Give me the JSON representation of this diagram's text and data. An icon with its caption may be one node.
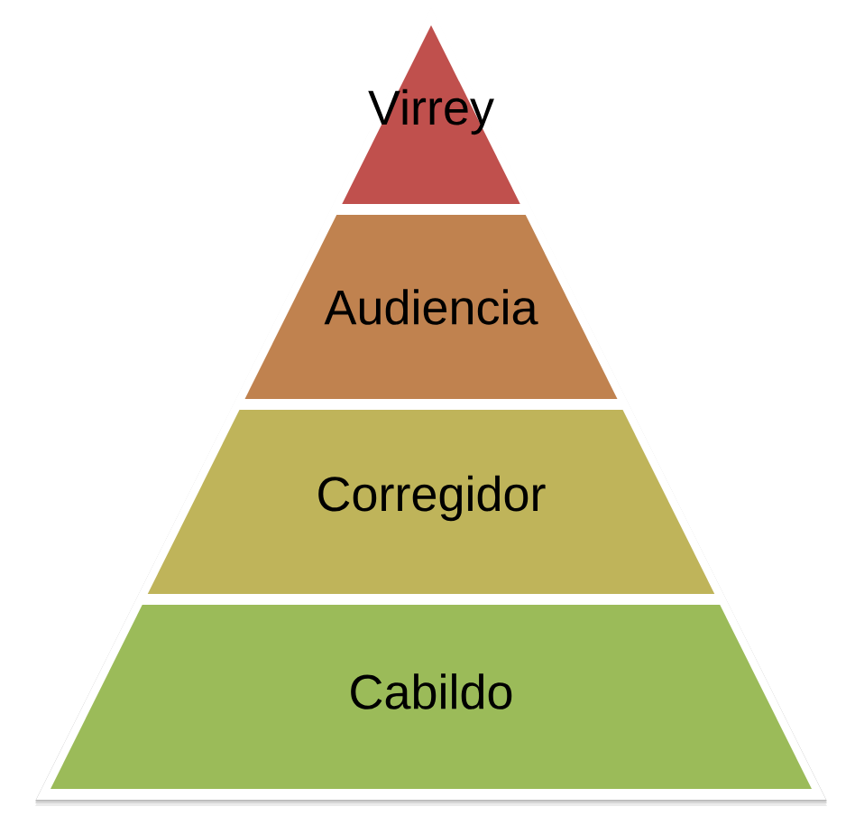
{
  "diagram": {
    "nodes": [
      {
        "text": [
          "Virrey"
        ]
      },
      {
        "text": [
          "Audiencia"
        ]
      },
      {
        "text": [
          "Corregidor"
        ]
      },
      {
        "text": [
          "Cabildo"
        ]
      }
    ]
  }
}
